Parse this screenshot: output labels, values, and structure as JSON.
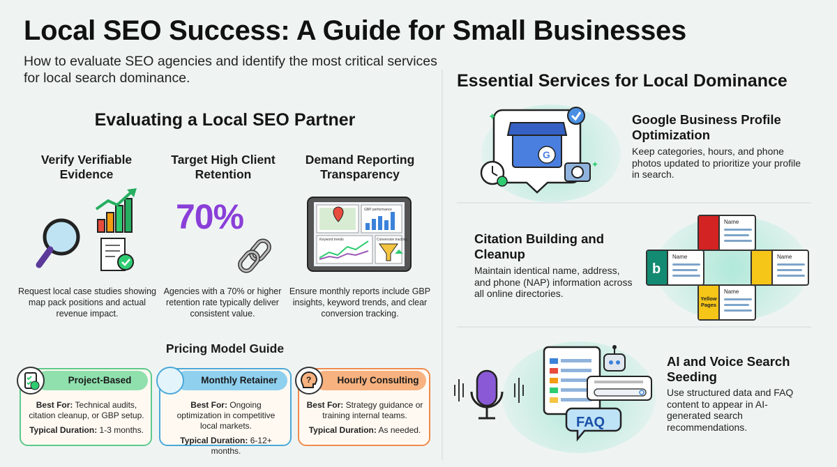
{
  "header": {
    "title": "Local SEO Success: A Guide for Small Businesses",
    "subtitle": "How to evaluate SEO agencies and identify the most critical services for local search dominance."
  },
  "left": {
    "heading": "Evaluating a Local SEO Partner",
    "columns": [
      {
        "title": "Verify Verifiable Evidence",
        "desc": "Request local case studies showing map pack positions and actual revenue impact."
      },
      {
        "title": "Target High Client Retention",
        "stat": "70%",
        "desc": "Agencies with a 70% or higher retention rate typically deliver consistent value."
      },
      {
        "title": "Demand Reporting Transparency",
        "desc": "Ensure monthly reports include GBP insights, keyword trends, and clear conversion tracking.",
        "panel_labels": {
          "gbp": "GBP performance",
          "keyword": "Keyword trends",
          "conversion": "Conversion tracking"
        }
      }
    ],
    "pricing": {
      "heading": "Pricing Model Guide",
      "best_label": "Best For:",
      "duration_label": "Typical Duration:",
      "cards": [
        {
          "name": "Project-Based",
          "best": "Technical audits, citation cleanup, or GBP setup.",
          "duration": "1-3 months.",
          "color": "#5cc98a",
          "pill": "#8fe0ad"
        },
        {
          "name": "Monthly Retainer",
          "best": "Ongoing optimization in competitive local markets.",
          "duration": "6-12+ months.",
          "color": "#4aa8d8",
          "pill": "#8fd0ee"
        },
        {
          "name": "Hourly Consulting",
          "best": "Strategy guidance or training internal teams.",
          "duration": "As needed.",
          "color": "#f08a4b",
          "pill": "#f7b27f"
        }
      ]
    }
  },
  "right": {
    "heading": "Essential Services for Local Dominance",
    "services": [
      {
        "title": "Google Business Profile Optimization",
        "desc": "Keep categories, hours, and phone photos updated to prioritize your profile in search."
      },
      {
        "title": "Citation Building and Cleanup",
        "desc": "Maintain identical name, address, and phone (NAP) information across all online directories."
      },
      {
        "title": "AI and Voice Search Seeding",
        "desc": "Use structured data and FAQ content to appear in AI-generated search recommendations."
      }
    ],
    "name_label": "Name",
    "yellow_pages": "Yellow Pages",
    "faq": "FAQ",
    "gbp_letter": "G"
  }
}
